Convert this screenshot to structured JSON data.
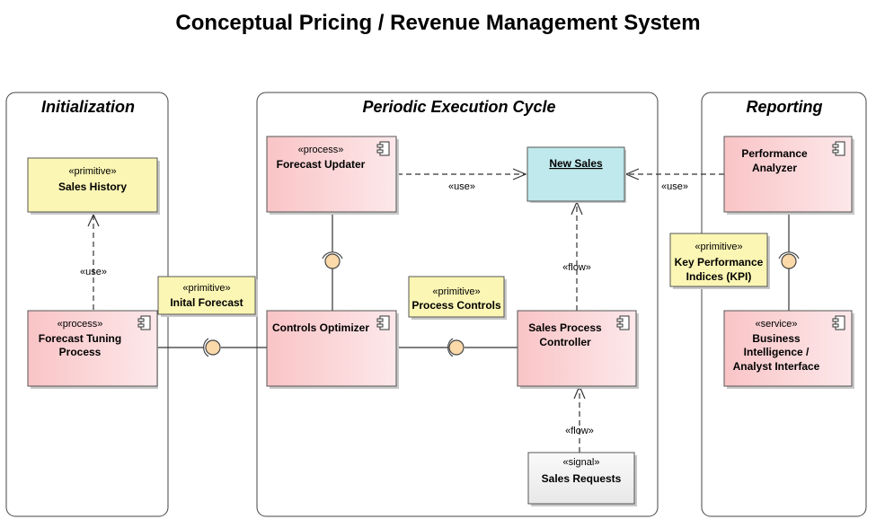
{
  "title": "Conceptual Pricing / Revenue Management System",
  "panes": {
    "initialization": "Initialization",
    "periodic": "Periodic Execution Cycle",
    "reporting": "Reporting"
  },
  "elements": {
    "sales_history": {
      "stereotype": "«primitive»",
      "name": "Sales History"
    },
    "forecast_tuning": {
      "stereotype": "«process»",
      "name1": "Forecast Tuning",
      "name2": "Process"
    },
    "initial_forecast": {
      "stereotype": "«primitive»",
      "name": "Inital Forecast"
    },
    "forecast_updater": {
      "stereotype": "«process»",
      "name": "Forecast Updater"
    },
    "new_sales": {
      "name": "New Sales"
    },
    "controls_optimizer": {
      "name": "Controls Optimizer"
    },
    "process_controls": {
      "stereotype": "«primitive»",
      "name": "Process Controls"
    },
    "sales_process_controller": {
      "name1": "Sales Process",
      "name2": "Controller"
    },
    "sales_requests": {
      "stereotype": "«signal»",
      "name": "Sales Requests"
    },
    "performance_analyzer": {
      "name1": "Performance",
      "name2": "Analyzer"
    },
    "kpi": {
      "stereotype": "«primitive»",
      "name1": "Key Performance",
      "name2": "Indices (KPI)"
    },
    "bi": {
      "stereotype": "«service»",
      "name1": "Business",
      "name2": "Intelligence /",
      "name3": "Analyst Interface"
    }
  },
  "connector_labels": {
    "use1": "«use»",
    "use2": "«use»",
    "use3": "«use»",
    "flow1": "«flow»",
    "flow2": "«flow»"
  },
  "colors": {
    "process_fill_start": "#f9c4c6",
    "process_fill_end": "#fde8ea",
    "primitive_fill": "#fbf6b4",
    "new_sales_fill": "#bfe9ec",
    "signal_fill": "#f3f3f3",
    "lollipop_fill": "#fbd9a9"
  }
}
